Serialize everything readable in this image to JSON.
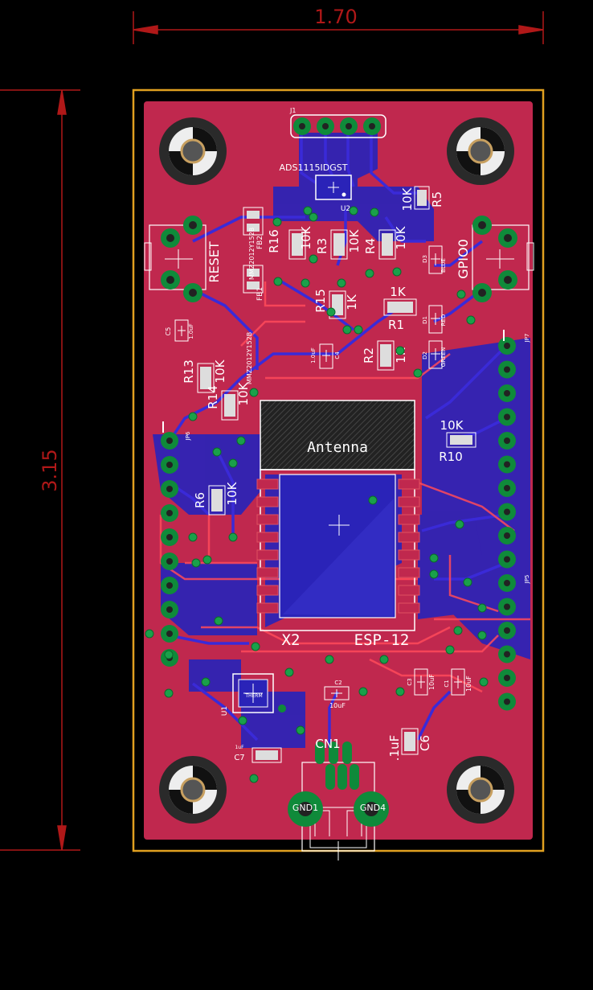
{
  "dimensions": {
    "width_label": "1.70",
    "height_label": "3.15"
  },
  "antenna_label": "Antenna",
  "module": {
    "ref": "X2",
    "name": "ESP-12"
  },
  "header_labels": {
    "j1": "J1",
    "jp6": "JP6",
    "jp7": "JP7",
    "jp5": "JP5"
  },
  "u2": {
    "part": "ADS1115IDGST",
    "ref": "U2"
  },
  "buttons": {
    "reset": "RESET",
    "gpio0": "GPIO0"
  },
  "resistors": [
    {
      "ref": "R5",
      "value": "10K"
    },
    {
      "ref": "R16",
      "value": "10K"
    },
    {
      "ref": "R3",
      "value": "10K"
    },
    {
      "ref": "R4",
      "value": "10K"
    },
    {
      "ref": "R15",
      "value": "1K"
    },
    {
      "ref": "R1",
      "value": "1K"
    },
    {
      "ref": "R2",
      "value": "1K"
    },
    {
      "ref": "R13",
      "value": "10K"
    },
    {
      "ref": "R14",
      "value": "10K"
    },
    {
      "ref": "R10",
      "value": "10K"
    },
    {
      "ref": "R6",
      "value": "10K"
    }
  ],
  "ferrites": {
    "fb2": "FB2",
    "fb1": "FB1",
    "part1": "MMZ2012Y152B",
    "part2": "MMZ2012Y152B"
  },
  "leds": {
    "d3": "D3",
    "d3_color": "BLUE",
    "d1": "D1",
    "d1_color": "RED",
    "d2": "D2",
    "d2_color": "GREEN"
  },
  "capacitors": {
    "c5": "C5",
    "c5_value": "1.0uF",
    "c4": "C4",
    "c4_value": "1.0uF",
    "c2": "C2",
    "c2_value": "10uF",
    "c3": "C3",
    "c3_value": "10uF",
    "c1": "C1",
    "c1_value": "10uF",
    "c6": "C6",
    "c6_value": ".1uF",
    "c7": "C7",
    "c7_value": "1uF"
  },
  "u1": {
    "ref": "U1",
    "part": "THERM"
  },
  "connector": {
    "ref": "CN1",
    "gnd1": "GND1",
    "gnd4": "GND4"
  },
  "colors": {
    "background": "#000000",
    "copper_top": "#c0284e",
    "copper_bottom": "#2a23b8",
    "outline": "#e0a020",
    "silk": "#ffffff",
    "dimension": "#b01818",
    "pad": "#0f8a3a"
  }
}
